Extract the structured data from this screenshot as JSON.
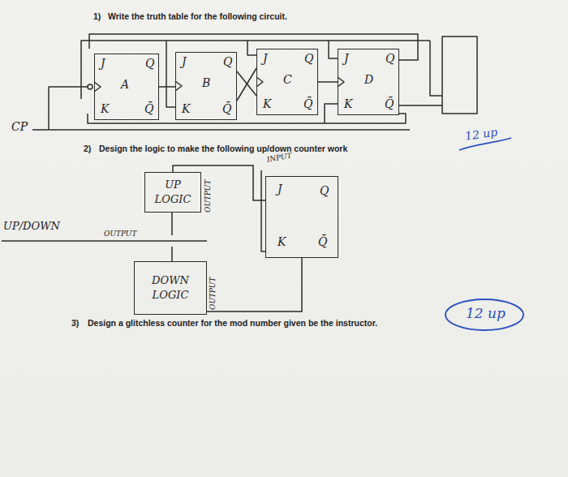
{
  "diagram": {
    "nodes": [
      {
        "text": [
          "J",
          "Q",
          "A",
          "K",
          "Q̄"
        ]
      },
      {
        "text": [
          "J",
          "Q",
          "B",
          "K",
          "Q̄"
        ]
      },
      {
        "text": [
          "J",
          "Q",
          "C",
          "K",
          "Q̄"
        ]
      },
      {
        "text": [
          "J",
          "Q",
          "D",
          "K",
          "Q̄"
        ]
      },
      {
        "text": [
          "UP LOGIC"
        ]
      },
      {
        "text": [
          "J",
          "Q",
          "K",
          "Q̄"
        ]
      },
      {
        "text": [
          "DOWN LOGIC"
        ]
      }
    ],
    "edges": [
      {
        "from": 0,
        "to": 1,
        "arrow": "none"
      },
      {
        "from": 1,
        "to": 2,
        "arrow": "none"
      },
      {
        "from": 2,
        "to": 3,
        "arrow": "none"
      },
      {
        "from": 4,
        "to": 5,
        "arrow": "none"
      },
      {
        "from": 6,
        "to": 5,
        "arrow": "none"
      }
    ],
    "labels": [
      "1)",
      "Write the truth table for the following circuit.",
      "CP",
      "2)",
      "Design the logic to make the following up/down counter work",
      "12 up",
      "INPUT",
      "OUTPUT",
      "UP/DOWN",
      "OUTPUT",
      "OUTPUT",
      "3)",
      "Design a glitchless counter for the mod number given be the instructor.",
      "12 up"
    ]
  }
}
